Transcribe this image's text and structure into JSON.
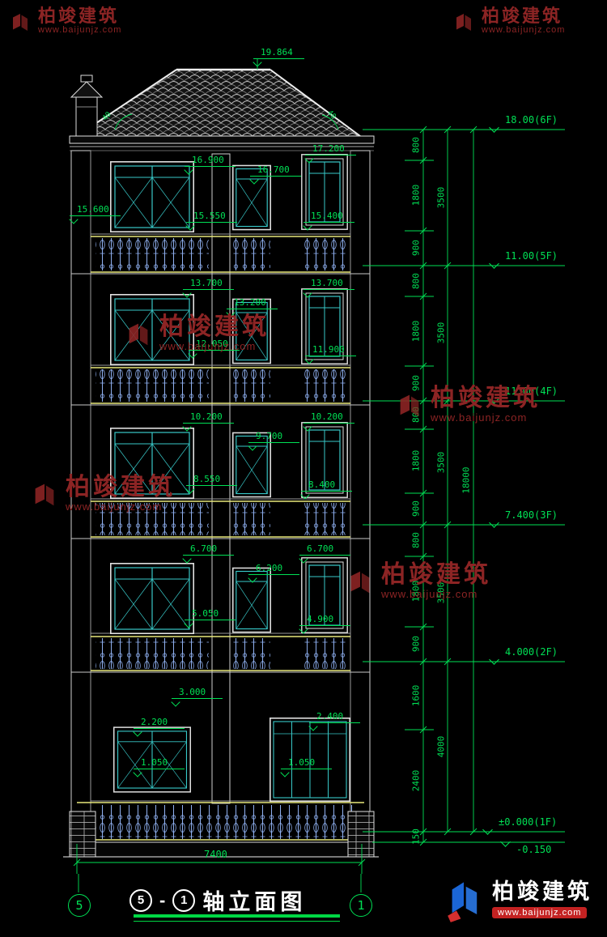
{
  "watermarks": {
    "brand": "柏竣建筑",
    "url": "www.baijunjz.com"
  },
  "footer_logo": {
    "brand": "柏竣建筑",
    "url": "www.baijunjz.com"
  },
  "title": {
    "axis_left": "5",
    "dash": "-",
    "axis_right": "1",
    "text": "轴立面图"
  },
  "drawing": {
    "peak": "19.864",
    "roof_angle": "40",
    "width_total": "7400",
    "axis_left": "5",
    "axis_right": "1",
    "labels": {
      "peak": "19.864",
      "l17200": "17.200",
      "l16900": "16.900",
      "l16700": "16.700",
      "l15600": "15.600",
      "l15550": "15.550",
      "l15400": "15.400",
      "l13700a": "13.700",
      "l13700b": "13.700",
      "l13200": "13.200",
      "l12050": "12.050",
      "l11900": "11.900",
      "l10200a": "10.200",
      "l10200b": "10.200",
      "l9700": "9.700",
      "l8550": "8.550",
      "l8400": "8.400",
      "l6700a": "6.700",
      "l6700b": "6.700",
      "l6200": "6.200",
      "l5050": "5.050",
      "l4900": "4.900",
      "l3000": "3.000",
      "l2200": "2.200",
      "l2400": "2.400",
      "l1050a": "1.050",
      "l1050b": "1.050"
    }
  },
  "dims": {
    "levels": [
      "18.00(6F)",
      "11.00(5F)",
      "11.00(4F)",
      "7.400(3F)",
      "4.000(2F)",
      "±0.000(1F)",
      "-0.150"
    ],
    "chain1": [
      "800",
      "1800",
      "900",
      "800",
      "1800",
      "900",
      "800",
      "1800",
      "900",
      "800",
      "1800",
      "900",
      "1600",
      "2400",
      "150"
    ],
    "chain2": [
      "3500",
      "3500",
      "3500",
      "3500",
      "4000"
    ],
    "total": "18000"
  }
}
